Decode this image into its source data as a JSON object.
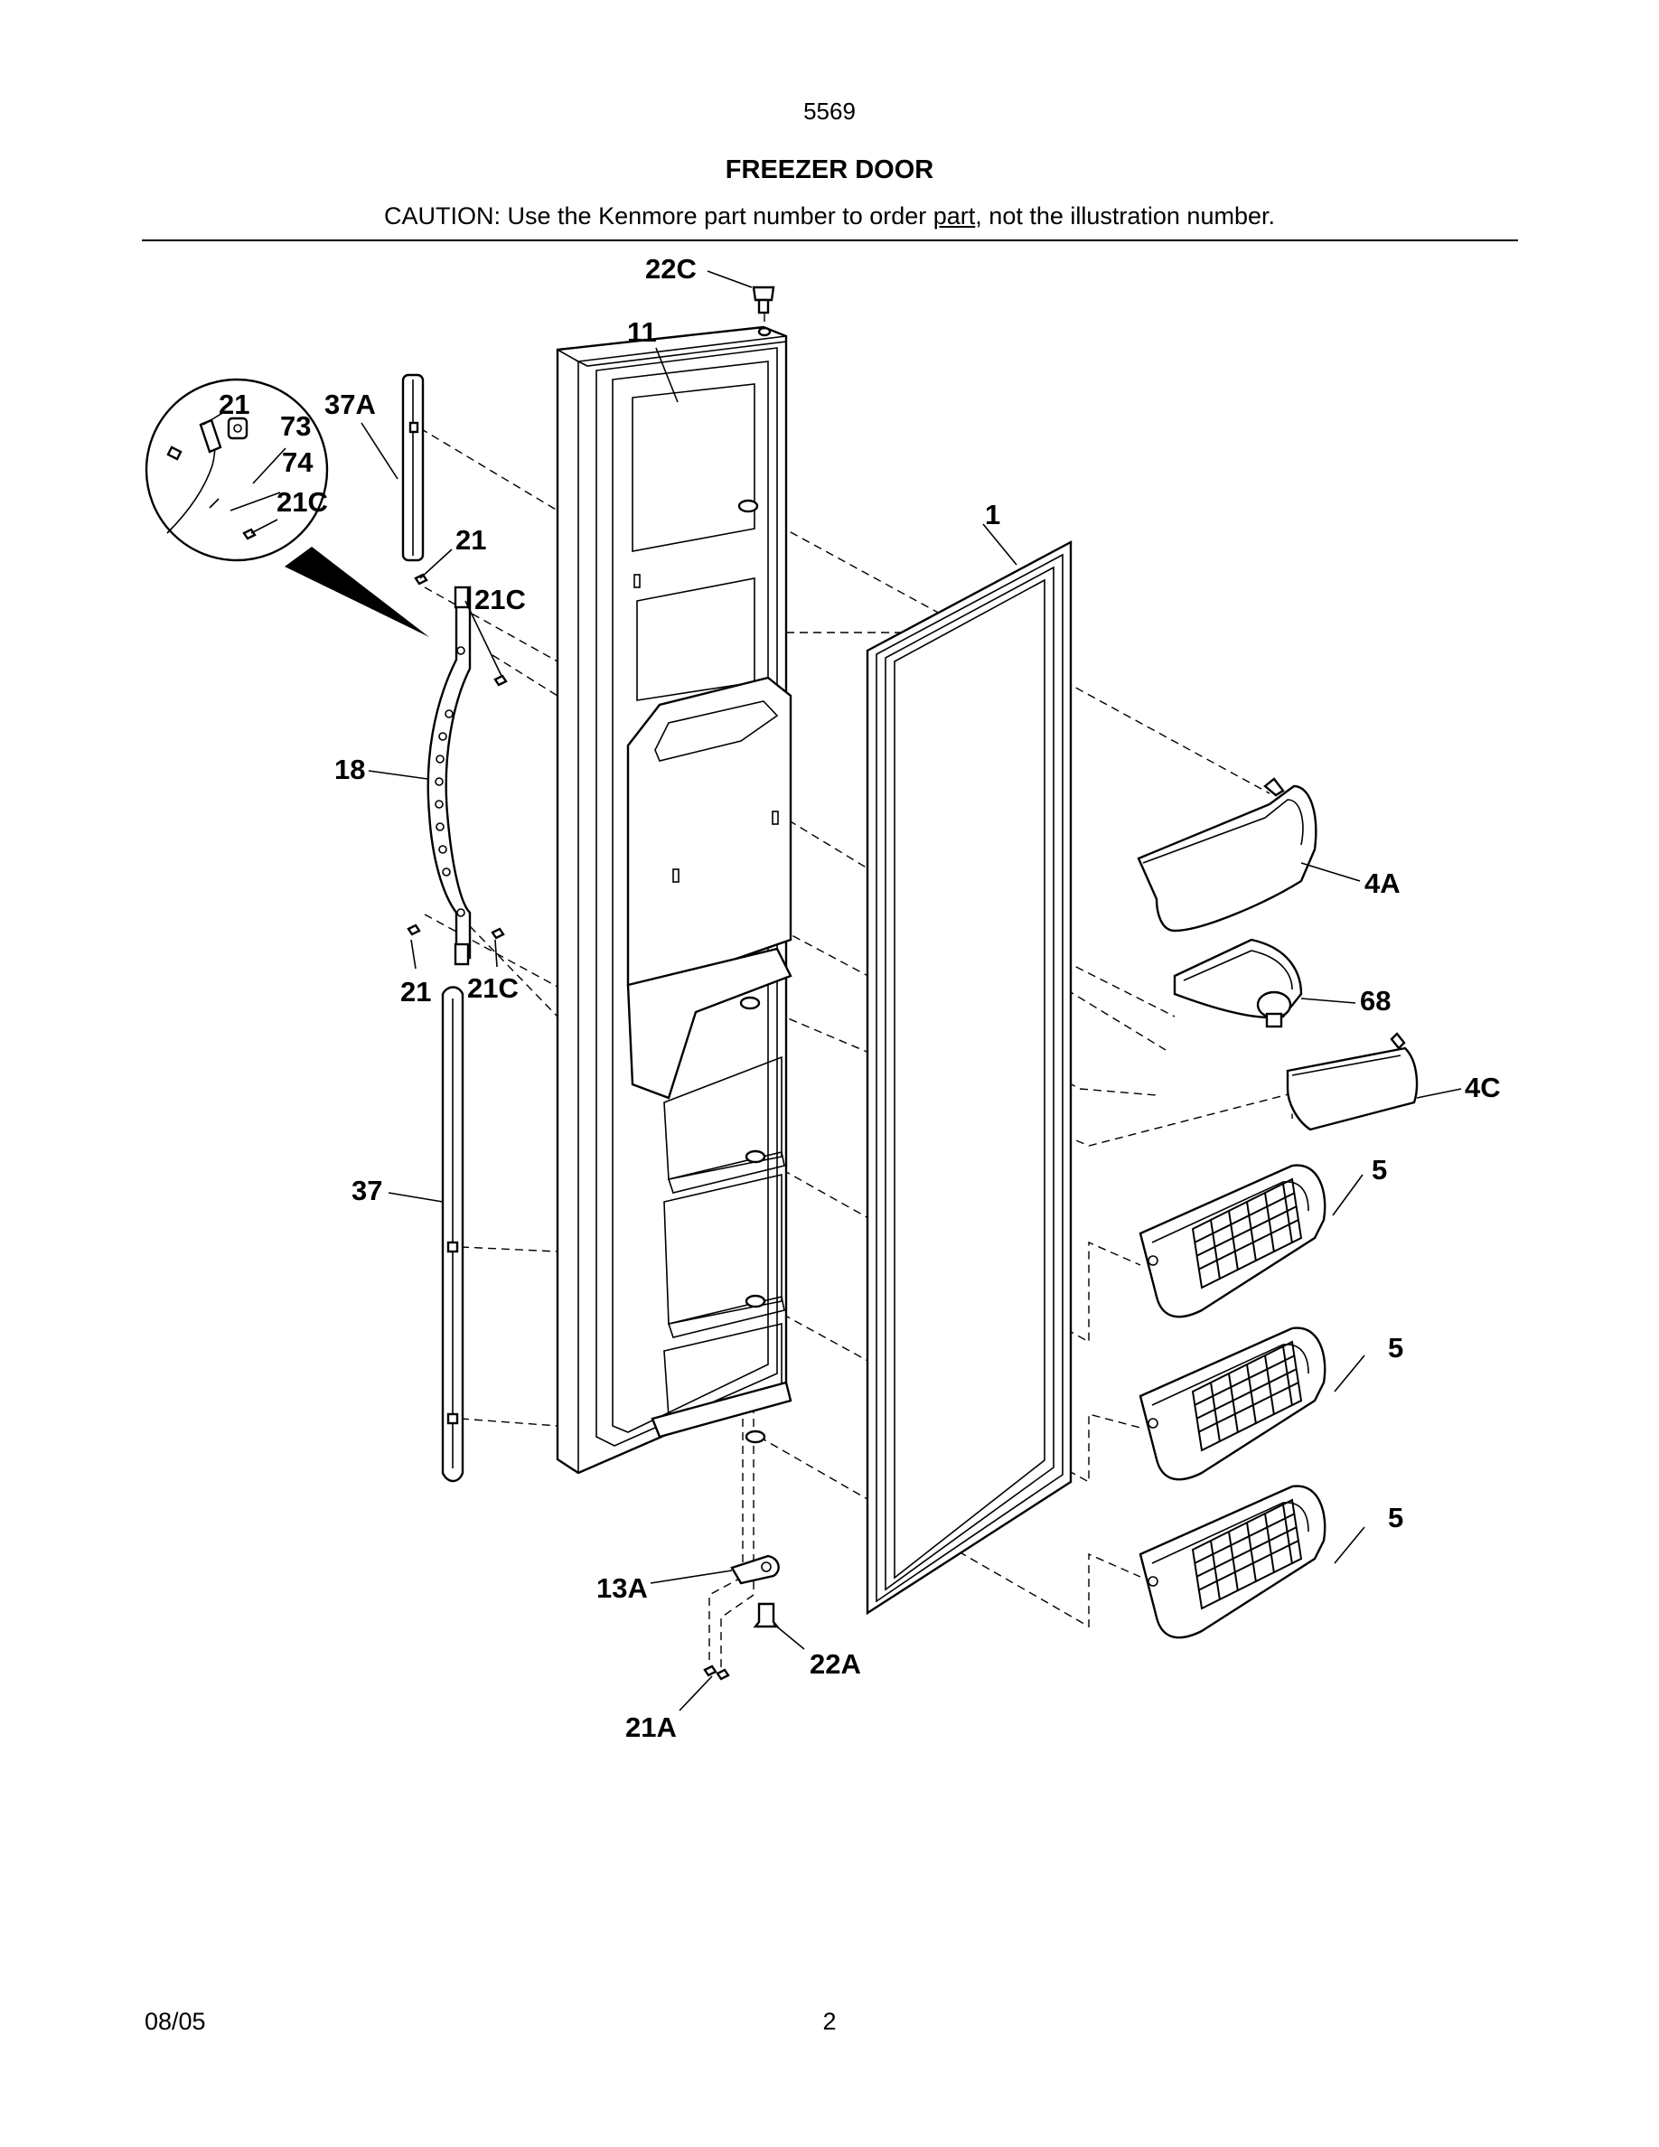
{
  "header": {
    "model_number": "5569",
    "title": "FREEZER DOOR",
    "caution_before": "CAUTION: Use the Kenmore part number to order ",
    "caution_underlined": "part",
    "caution_after": ", not the illustration number."
  },
  "footer": {
    "date": "08/05",
    "page": "2"
  },
  "callouts": {
    "c22C_top": "22C",
    "c11": "11",
    "c21_inset": "21",
    "c73": "73",
    "c37A": "37A",
    "c74": "74",
    "c21C_inset": "21C",
    "c1": "1",
    "c21_upper": "21",
    "c21C_upper": "21C",
    "c18": "18",
    "c4A": "4A",
    "c68": "68",
    "c21_lower": "21",
    "c21C_lower": "21C",
    "c4C": "4C",
    "c5_a": "5",
    "c37": "37",
    "c5_b": "5",
    "c5_c": "5",
    "c13A": "13A",
    "c22A": "22A",
    "c21A": "21A"
  }
}
